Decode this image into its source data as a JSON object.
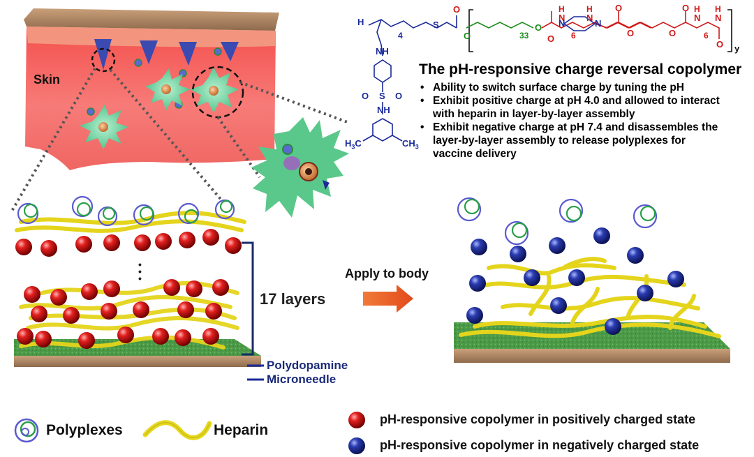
{
  "structure": {
    "h": "H",
    "sub_4": "4",
    "s": "S",
    "o_carbonyl": "O",
    "o_peg1": "O",
    "peg_n": "33",
    "o_peg2": "O",
    "o_carbamate1": "O",
    "n_h1": "H",
    "n_1": "N",
    "sub_6a": "6",
    "n_h2": "H",
    "n_2": "N",
    "n_pip1": "N",
    "n_pip2": "N",
    "o_ester1": "O",
    "o_ester2": "O",
    "o_carbamate2": "O",
    "o_carbamate3": "O",
    "n_h3": "H",
    "n_3": "N",
    "sub_6b": "6",
    "n_h4": "H",
    "n_4": "N",
    "o_end": "O",
    "y": "y",
    "nh_a": "NH",
    "so2_o1": "O",
    "so2_s": "S",
    "so2_o2": "O",
    "nh_b": "NH",
    "ch3_left": "H3C",
    "ch3_right": "CH3"
  },
  "copolymer": {
    "title": "The pH-responsive charge reversal copolymer",
    "bullets": [
      "Ability to switch surface charge by tuning the pH",
      "Exhibit positive charge at pH 4.0 and allowed to interact",
      "with heparin in layer-by-layer assembly",
      "Exhibit negative charge at pH 7.4 and disassembles the",
      "layer-by-layer assembly to release polyplexes for",
      "vaccine delivery"
    ]
  },
  "labels": {
    "skin": "Skin",
    "layers": "17 layers",
    "apply": "Apply to body",
    "polydopamine": "Polydopamine",
    "microneedle": "Microneedle"
  },
  "legend": {
    "polyplexes": "Polyplexes",
    "heparin": "Heparin",
    "positive": "pH-responsive copolymer  in positively charged state",
    "negative": "pH-responsive copolymer  in negatively charged state"
  },
  "colors": {
    "positive_sphere": "#d4101a",
    "negative_sphere": "#1c2a9a",
    "heparin": "#e6d81e",
    "base_green": "#4fa04a",
    "skin": "#f26e6a",
    "cell": "#6fd0a0",
    "peg_green": "#1c8a1c",
    "amide_red": "#d01a1a",
    "chem_blue": "#1a2a9a"
  }
}
